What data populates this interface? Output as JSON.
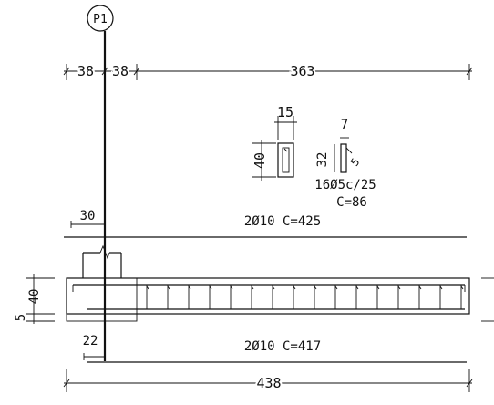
{
  "column_label": "P1",
  "dims_top": [
    "38",
    "38",
    "363"
  ],
  "section": {
    "width": "15",
    "height": "40"
  },
  "stirrup": {
    "width": "7",
    "height": "32",
    "hook": "5",
    "spec": "16Ø5c/25",
    "length": "C=86"
  },
  "anchor_top": "30",
  "anchor_bottom": "22",
  "top_bar": "2Ø10 C=425",
  "bottom_bar": "2Ø10 C=417",
  "left_dims": [
    "5",
    "40"
  ],
  "total_length": "438"
}
